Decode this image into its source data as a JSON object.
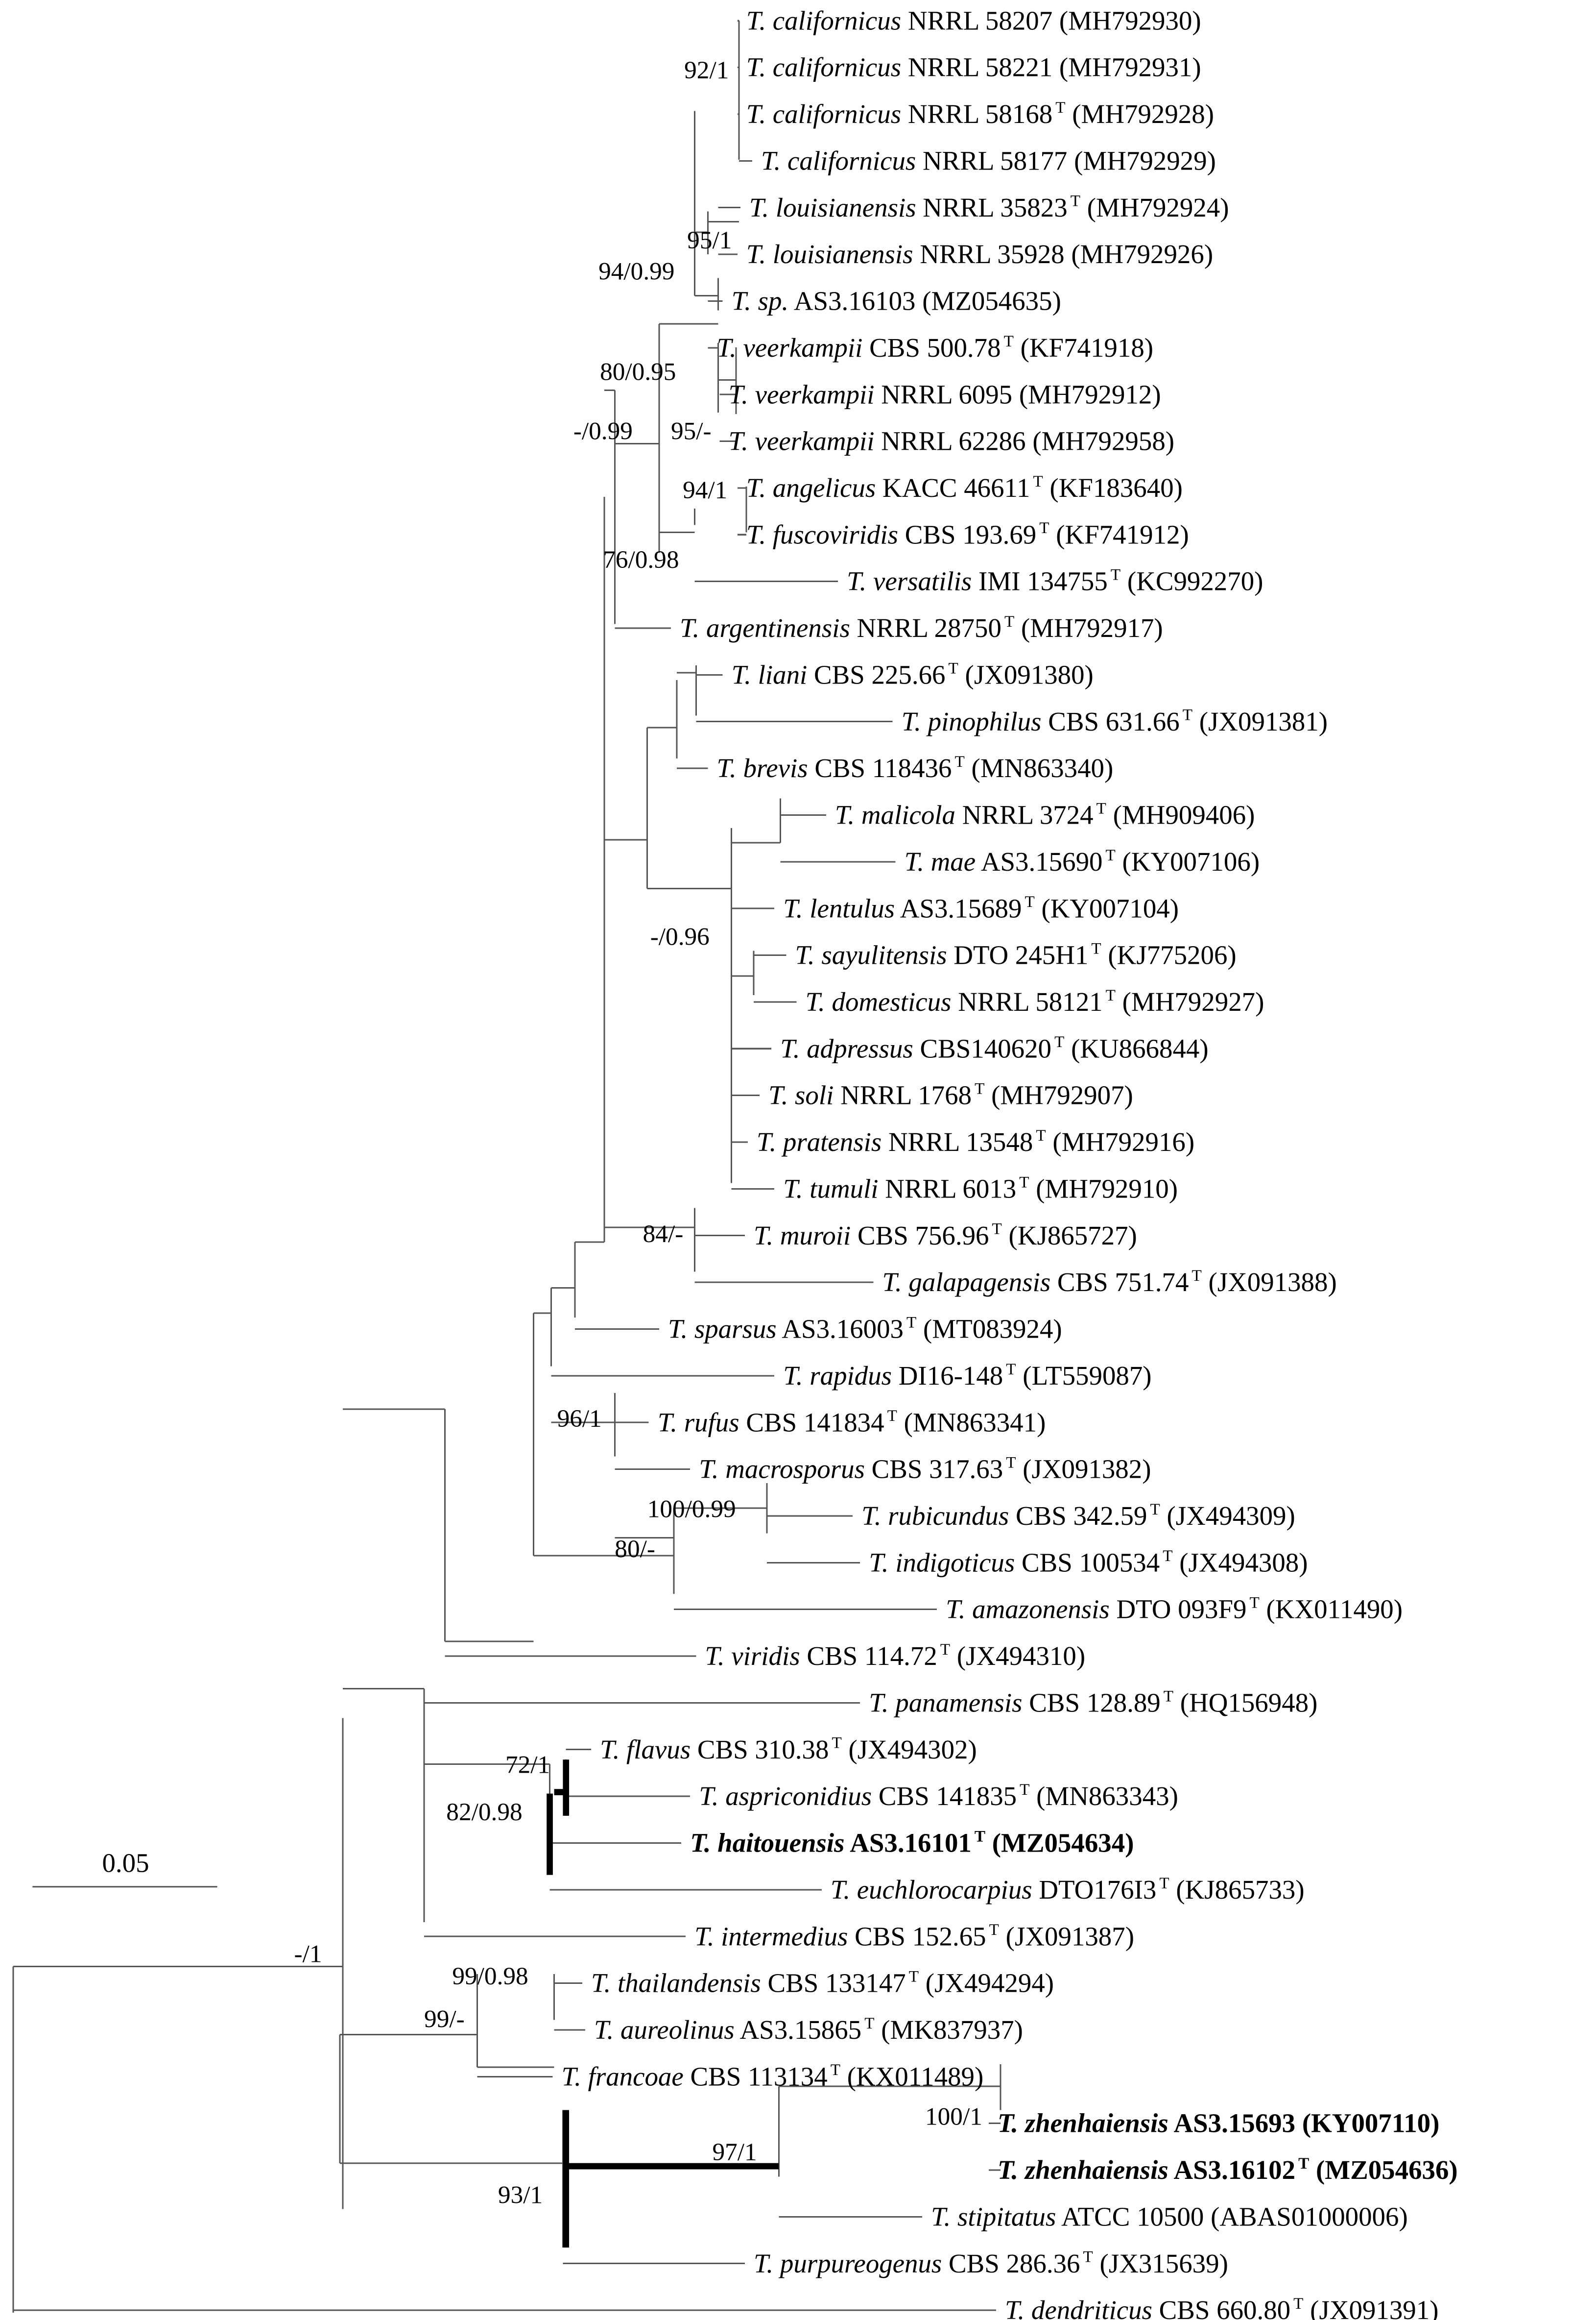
{
  "scale_bar": {
    "label": "0.05"
  },
  "tips": [
    {
      "genus": "T.",
      "species": "californicus",
      "strain": "NRRL 58207",
      "type": false,
      "acc": "(MH792930)",
      "bold": false
    },
    {
      "genus": "T.",
      "species": "californicus",
      "strain": "NRRL 58221",
      "type": false,
      "acc": "(MH792931)",
      "bold": false
    },
    {
      "genus": "T.",
      "species": "californicus",
      "strain": "NRRL 58168",
      "type": true,
      "acc": "(MH792928)",
      "bold": false
    },
    {
      "genus": "T.",
      "species": "californicus",
      "strain": "NRRL 58177",
      "type": false,
      "acc": "(MH792929)",
      "bold": false
    },
    {
      "genus": "T.",
      "species": "louisianensis",
      "strain": "NRRL 35823",
      "type": true,
      "acc": "(MH792924)",
      "bold": false
    },
    {
      "genus": "T.",
      "species": "louisianensis",
      "strain": "NRRL 35928",
      "type": false,
      "acc": "(MH792926)",
      "bold": false
    },
    {
      "genus": "T.",
      "species": "sp.",
      "strain": "AS3.16103",
      "type": false,
      "acc": "(MZ054635)",
      "bold": false
    },
    {
      "genus": "T.",
      "species": "veerkampii",
      "strain": "CBS 500.78",
      "type": true,
      "acc": "(KF741918)",
      "bold": false
    },
    {
      "genus": "T.",
      "species": "veerkampii",
      "strain": "NRRL 6095",
      "type": false,
      "acc": "(MH792912)",
      "bold": false
    },
    {
      "genus": "T.",
      "species": "veerkampii",
      "strain": "NRRL 62286",
      "type": false,
      "acc": "(MH792958)",
      "bold": false
    },
    {
      "genus": "T.",
      "species": "angelicus",
      "strain": "KACC 46611",
      "type": true,
      "acc": "(KF183640)",
      "bold": false
    },
    {
      "genus": "T.",
      "species": "fuscoviridis",
      "strain": "CBS 193.69",
      "type": true,
      "acc": "(KF741912)",
      "bold": false
    },
    {
      "genus": "T.",
      "species": "versatilis",
      "strain": "IMI 134755",
      "type": true,
      "acc": "(KC992270)",
      "bold": false
    },
    {
      "genus": "T.",
      "species": "argentinensis",
      "strain": "NRRL 28750",
      "type": true,
      "acc": "(MH792917)",
      "bold": false
    },
    {
      "genus": "T.",
      "species": "liani",
      "strain": "CBS 225.66",
      "type": true,
      "acc": "(JX091380)",
      "bold": false
    },
    {
      "genus": "T.",
      "species": "pinophilus",
      "strain": "CBS 631.66",
      "type": true,
      "acc": "(JX091381)",
      "bold": false
    },
    {
      "genus": "T.",
      "species": "brevis",
      "strain": "CBS 118436",
      "type": true,
      "acc": "(MN863340)",
      "bold": false
    },
    {
      "genus": "T.",
      "species": "malicola",
      "strain": "NRRL 3724",
      "type": true,
      "acc": "(MH909406)",
      "bold": false
    },
    {
      "genus": "T.",
      "species": "mae",
      "strain": "AS3.15690",
      "type": true,
      "acc": "(KY007106)",
      "bold": false
    },
    {
      "genus": "T.",
      "species": "lentulus",
      "strain": "AS3.15689",
      "type": true,
      "acc": "(KY007104)",
      "bold": false
    },
    {
      "genus": "T.",
      "species": "sayulitensis",
      "strain": "DTO 245H1",
      "type": true,
      "acc": "(KJ775206)",
      "bold": false
    },
    {
      "genus": "T.",
      "species": "domesticus",
      "strain": "NRRL 58121",
      "type": true,
      "acc": "(MH792927)",
      "bold": false
    },
    {
      "genus": "T.",
      "species": "adpressus",
      "strain": "CBS140620",
      "type": true,
      "acc": "(KU866844)",
      "bold": false
    },
    {
      "genus": "T.",
      "species": "soli",
      "strain": "NRRL 1768",
      "type": true,
      "acc": "(MH792907)",
      "bold": false
    },
    {
      "genus": "T.",
      "species": "pratensis",
      "strain": "NRRL 13548",
      "type": true,
      "acc": "(MH792916)",
      "bold": false
    },
    {
      "genus": "T.",
      "species": "tumuli",
      "strain": "NRRL 6013",
      "type": true,
      "acc": "(MH792910)",
      "bold": false
    },
    {
      "genus": "T.",
      "species": "muroii",
      "strain": "CBS 756.96",
      "type": true,
      "acc": "(KJ865727)",
      "bold": false
    },
    {
      "genus": "T.",
      "species": "galapagensis",
      "strain": "CBS 751.74",
      "type": true,
      "acc": "(JX091388)",
      "bold": false
    },
    {
      "genus": "T.",
      "species": "sparsus",
      "strain": "AS3.16003",
      "type": true,
      "acc": "(MT083924)",
      "bold": false
    },
    {
      "genus": "T.",
      "species": "rapidus",
      "strain": "DI16-148",
      "type": true,
      "acc": "(LT559087)",
      "bold": false
    },
    {
      "genus": "T.",
      "species": "rufus",
      "strain": "CBS 141834",
      "type": true,
      "acc": "(MN863341)",
      "bold": false
    },
    {
      "genus": "T.",
      "species": "macrosporus",
      "strain": "CBS 317.63",
      "type": true,
      "acc": "(JX091382)",
      "bold": false
    },
    {
      "genus": "T.",
      "species": "rubicundus",
      "strain": "CBS 342.59",
      "type": true,
      "acc": "(JX494309)",
      "bold": false
    },
    {
      "genus": "T.",
      "species": "indigoticus",
      "strain": "CBS 100534",
      "type": true,
      "acc": "(JX494308)",
      "bold": false
    },
    {
      "genus": "T.",
      "species": "amazonensis",
      "strain": "DTO 093F9",
      "type": true,
      "acc": "(KX011490)",
      "bold": false
    },
    {
      "genus": "T.",
      "species": "viridis",
      "strain": "CBS 114.72",
      "type": true,
      "acc": "(JX494310)",
      "bold": false
    },
    {
      "genus": "T.",
      "species": "panamensis",
      "strain": "CBS 128.89",
      "type": true,
      "acc": "(HQ156948)",
      "bold": false
    },
    {
      "genus": "T.",
      "species": "flavus",
      "strain": "CBS 310.38",
      "type": true,
      "acc": "(JX494302)",
      "bold": false
    },
    {
      "genus": "T.",
      "species": "aspriconidius",
      "strain": "CBS 141835",
      "type": true,
      "acc": "(MN863343)",
      "bold": false
    },
    {
      "genus": "T.",
      "species": "haitouensis",
      "strain": "AS3.16101",
      "type": true,
      "acc": "(MZ054634)",
      "bold": true
    },
    {
      "genus": "T.",
      "species": "euchlorocarpius",
      "strain": "DTO176I3",
      "type": true,
      "acc": "(KJ865733)",
      "bold": false
    },
    {
      "genus": "T.",
      "species": "intermedius",
      "strain": "CBS 152.65",
      "type": true,
      "acc": "(JX091387)",
      "bold": false
    },
    {
      "genus": "T.",
      "species": "thailandensis",
      "strain": "CBS 133147",
      "type": true,
      "acc": "(JX494294)",
      "bold": false
    },
    {
      "genus": "T.",
      "species": "aureolinus",
      "strain": "AS3.15865",
      "type": true,
      "acc": "(MK837937)",
      "bold": false
    },
    {
      "genus": "T.",
      "species": "francoae",
      "strain": "CBS 113134",
      "type": true,
      "acc": "(KX011489)",
      "bold": false
    },
    {
      "genus": "T.",
      "species": "zhenhaiensis",
      "strain": "AS3.15693",
      "type": false,
      "acc": "(KY007110)",
      "bold": true
    },
    {
      "genus": "T.",
      "species": "zhenhaiensis",
      "strain": "AS3.16102",
      "type": true,
      "acc": "(MZ054636)",
      "bold": true
    },
    {
      "genus": "T.",
      "species": "stipitatus",
      "strain": "ATCC 10500",
      "type": false,
      "acc": "(ABAS01000006)",
      "bold": false
    },
    {
      "genus": "T.",
      "species": "purpureogenus",
      "strain": "CBS 286.36",
      "type": true,
      "acc": "(JX315639)",
      "bold": false
    },
    {
      "genus": "T.",
      "species": "dendriticus",
      "strain": "CBS 660.80",
      "type": true,
      "acc": "(JX091391)",
      "bold": false
    }
  ],
  "type_mark": "T",
  "supports": [
    "92/1",
    "95/1",
    "94/0.99",
    "80/0.95",
    "-/0.99",
    "95/-",
    "94/1",
    "76/0.98",
    "-/0.96",
    "84/-",
    "96/1",
    "100/0.99",
    "80/-",
    "72/1",
    "82/0.98",
    "-/1",
    "99/0.98",
    "99/-",
    "97/1",
    "100/1",
    "93/1"
  ]
}
